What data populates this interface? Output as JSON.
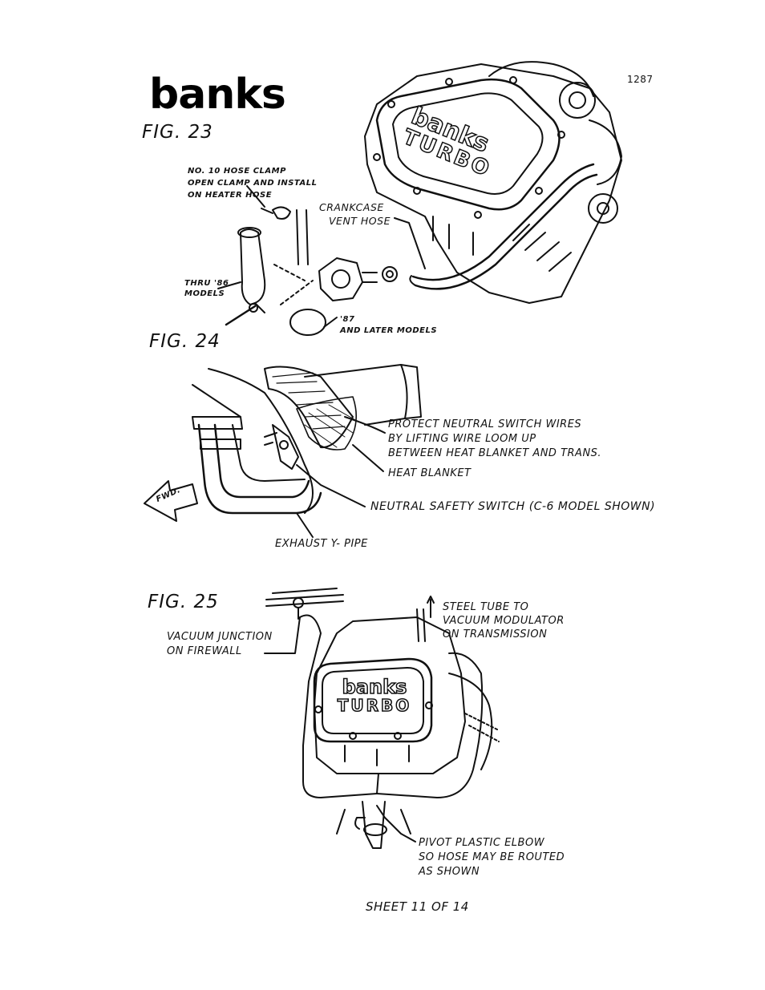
{
  "header": {
    "logo": "banks",
    "page_number": "1287"
  },
  "fig23": {
    "title": "FIG. 23",
    "hose_clamp": [
      "No. 10 HOSE CLAMP",
      "OPEN CLAMP AND INSTALL",
      "ON HEATER HOSE"
    ],
    "crankcase": [
      "CRANKCASE",
      "VENT HOSE"
    ],
    "thru86": [
      "THRU '86",
      "MODELS"
    ],
    "later87": [
      "'87",
      "AND LATER MODELS"
    ],
    "valve_cover": {
      "line1": "banks",
      "line2": "TURBO"
    }
  },
  "fig24": {
    "title": "FIG. 24",
    "protect": [
      "PROTECT NEUTRAL SWITCH WIRES",
      "BY LIFTING WIRE LOOM UP",
      "BETWEEN HEAT BLANKET AND TRANS."
    ],
    "heat_blanket": "HEAT BLANKET",
    "neutral_switch": "NEUTRAL SAFETY SWITCH  (C-6 MODEL SHOWN)",
    "exhaust": "EXHAUST Y- PIPE",
    "fwd": "FWD."
  },
  "fig25": {
    "title": "FIG. 25",
    "vacuum_junction": [
      "VACUUM JUNCTION",
      "ON FIREWALL"
    ],
    "steel_tube": [
      "STEEL TUBE TO",
      "VACUUM MODULATOR",
      "ON TRANSMISSION"
    ],
    "pivot": [
      "PIVOT PLASTIC ELBOW",
      "SO HOSE MAY BE ROUTED",
      "AS SHOWN"
    ],
    "valve_cover": {
      "line1": "banks",
      "line2": "TURBO"
    }
  },
  "footer": {
    "sheet": "SHEET 11 OF 14"
  }
}
